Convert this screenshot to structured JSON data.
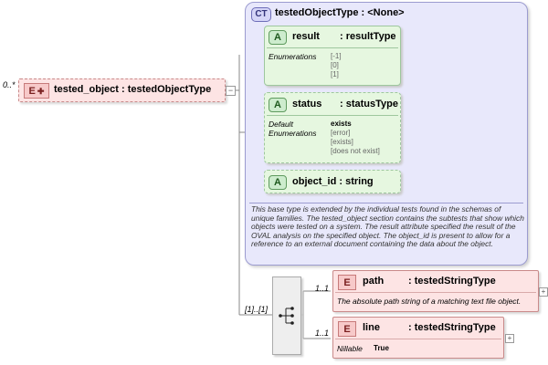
{
  "element": {
    "cardinality": "0..*",
    "badge": "E",
    "name": "tested_object",
    "type": ": testedObjectType"
  },
  "complex_type": {
    "badge": "CT",
    "title": "testedObjectType : <None>",
    "attributes": [
      {
        "badge": "A",
        "name": "result",
        "type": ": resultType",
        "enum_label": "Enumerations",
        "enums": [
          "[-1]",
          "[0]",
          "[1]"
        ]
      },
      {
        "badge": "A",
        "name": "status",
        "type": ": statusType",
        "default_label": "Default",
        "default_value": "exists",
        "enum_label": "Enumerations",
        "enums": [
          "[error]",
          "[exists]",
          "[does not exist]"
        ]
      },
      {
        "badge": "A",
        "name": "object_id",
        "type": ": string"
      }
    ],
    "description": "This base type is extended by the individual tests found in the schemas of unique families.  The tested_object section contains the subtests that show which objects were tested on a system. The result attribute specified the result of the OVAL analysis on the specified object. The object_id is present to allow for a reference to an external document containing the data about the object."
  },
  "sequence": {
    "cardinality": "[1]..[1]"
  },
  "children": [
    {
      "cardinality": "1..1",
      "badge": "E",
      "name": "path",
      "type": ": testedStringType",
      "description": "The absolute path string of a matching text file object."
    },
    {
      "cardinality": "1..1",
      "badge": "E",
      "name": "line",
      "type": ": testedStringType",
      "nillable_label": "Nillable",
      "nillable_value": "True"
    }
  ],
  "colors": {
    "element_fill": "#fde4e4",
    "element_border": "#c98a8a",
    "attribute_fill": "#e6f7e0",
    "complex_type_fill": "#e8e8fb",
    "complex_type_border": "#9c9cd0"
  }
}
